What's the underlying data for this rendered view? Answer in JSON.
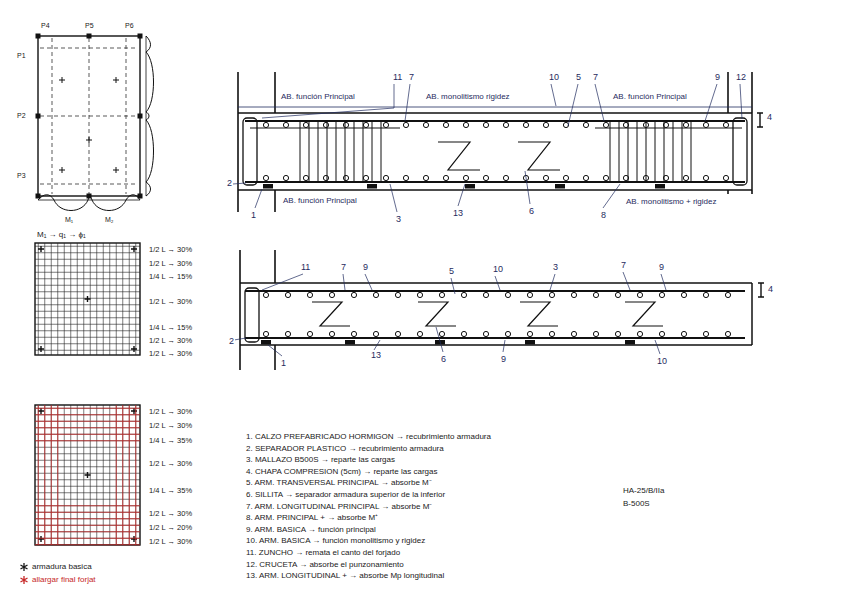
{
  "diagram": {
    "labels": [
      "P4",
      "P5",
      "P6",
      "P1",
      "P2",
      "P3",
      "M₁",
      "M₂",
      "M₁ → q₁ → ϕ₁",
      "1/2 L → 30%",
      "1/2 L → 30%",
      "1/4 L → 15%",
      "1/2 L → 30%",
      "1/4 L → 15%",
      "1/2 L → 30%",
      "1/2 L → 30%",
      "1/2 L → 30%",
      "1/2 L → 30%",
      "1/4 L → 35%",
      "1/2 L → 30%",
      "1/4 L → 35%",
      "1/2 L → 30%",
      "1/2 L → 20%",
      "1/2 L → 30%",
      "AB. función Principal",
      "AB. monolitismo rigidez",
      "AB. función Principal",
      "11",
      "7",
      "10",
      "5",
      "7",
      "9",
      "12",
      "4",
      "2",
      "AB. función Principal",
      "1",
      "3",
      "13",
      "6",
      "8",
      "AB. monolitismo + rigidez",
      "11",
      "7",
      "9",
      "5",
      "10",
      "3",
      "7",
      "9",
      "4",
      "2",
      "1",
      "13",
      "6",
      "9",
      "10",
      "1. CALZO PREFABRICADO HORMIGON → recubrimiento armadura",
      "2. SEPARADOR PLASTICO → recubrimiento armadura",
      "3. MALLAZO B500S → reparte las cargas",
      "4. CHAPA COMPRESION (5cm) → reparte las cargas",
      "5. ARM. TRANSVERSAL PRINCIPAL → absorbe M⁻",
      "6. SILLITA → separador armadura superior de la inferior",
      "7. ARM. LONGITUDINAL PRINCIPAL → absorbe M⁻",
      "8. ARM. PRINCIPAL + → absorbe M⁺",
      "9. ARM. BASICA → función principal",
      "10. ARM. BASICA → función monolitismo y rigidez",
      "11. ZUNCHO → remata el canto del forjado",
      "12. CRUCETA → absorbe el punzonamiento",
      "13. ARM. LONGITUDINAL + → absorbe Mp longitudinal",
      "HA-25/B/IIa",
      "B-500S"
    ],
    "legend": [
      {
        "text": "armadura basica"
      },
      {
        "text": "allargar final forjat"
      }
    ]
  }
}
